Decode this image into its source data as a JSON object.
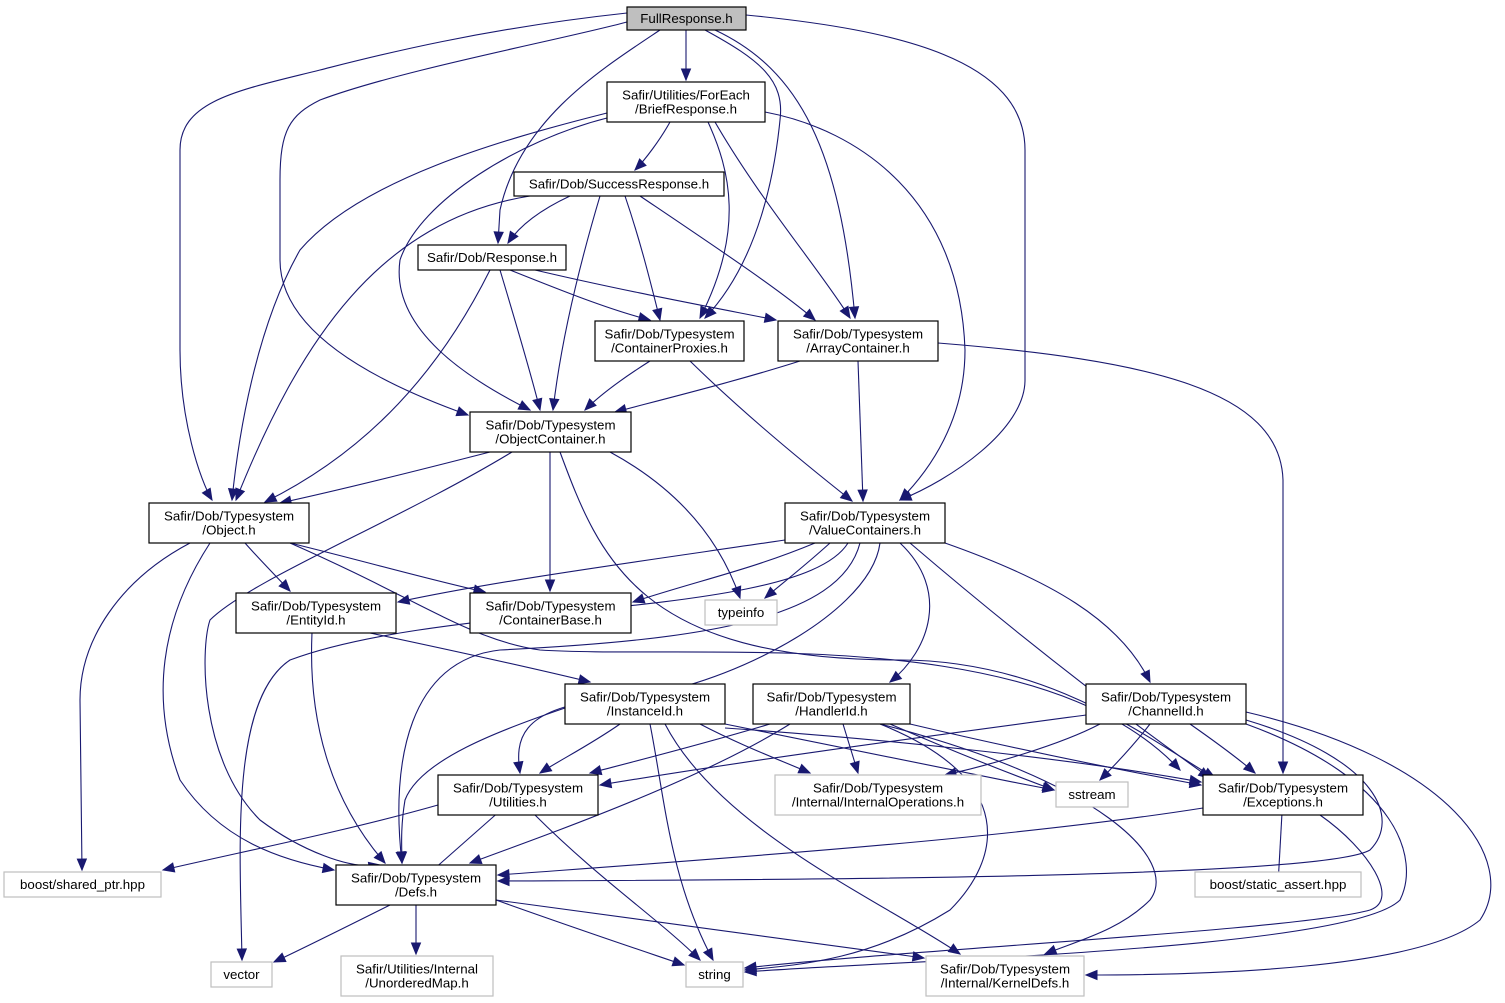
{
  "title": "FullResponse.h include dependency graph",
  "colors": {
    "edge": "#191970",
    "root_fill": "#bfbfbf",
    "node_border": "#000000",
    "external_border": "#bfbfbf"
  },
  "nodes": {
    "full_response": {
      "lines": [
        "FullResponse.h"
      ],
      "kind": "root"
    },
    "brief_response": {
      "lines": [
        "Safir/Utilities/ForEach",
        "/BriefResponse.h"
      ],
      "kind": "local"
    },
    "success_response": {
      "lines": [
        "Safir/Dob/SuccessResponse.h"
      ],
      "kind": "local"
    },
    "response": {
      "lines": [
        "Safir/Dob/Response.h"
      ],
      "kind": "local"
    },
    "container_proxies": {
      "lines": [
        "Safir/Dob/Typesystem",
        "/ContainerProxies.h"
      ],
      "kind": "local"
    },
    "array_container": {
      "lines": [
        "Safir/Dob/Typesystem",
        "/ArrayContainer.h"
      ],
      "kind": "local"
    },
    "object_container": {
      "lines": [
        "Safir/Dob/Typesystem",
        "/ObjectContainer.h"
      ],
      "kind": "local"
    },
    "object": {
      "lines": [
        "Safir/Dob/Typesystem",
        "/Object.h"
      ],
      "kind": "local"
    },
    "value_containers": {
      "lines": [
        "Safir/Dob/Typesystem",
        "/ValueContainers.h"
      ],
      "kind": "local"
    },
    "entity_id": {
      "lines": [
        "Safir/Dob/Typesystem",
        "/EntityId.h"
      ],
      "kind": "local"
    },
    "container_base": {
      "lines": [
        "Safir/Dob/Typesystem",
        "/ContainerBase.h"
      ],
      "kind": "local"
    },
    "typeinfo": {
      "lines": [
        "typeinfo"
      ],
      "kind": "external"
    },
    "instance_id": {
      "lines": [
        "Safir/Dob/Typesystem",
        "/InstanceId.h"
      ],
      "kind": "local"
    },
    "handler_id": {
      "lines": [
        "Safir/Dob/Typesystem",
        "/HandlerId.h"
      ],
      "kind": "local"
    },
    "channel_id": {
      "lines": [
        "Safir/Dob/Typesystem",
        "/ChannelId.h"
      ],
      "kind": "local"
    },
    "utilities": {
      "lines": [
        "Safir/Dob/Typesystem",
        "/Utilities.h"
      ],
      "kind": "local"
    },
    "internal_operations": {
      "lines": [
        "Safir/Dob/Typesystem",
        "/Internal/InternalOperations.h"
      ],
      "kind": "external"
    },
    "sstream": {
      "lines": [
        "sstream"
      ],
      "kind": "external"
    },
    "exceptions": {
      "lines": [
        "Safir/Dob/Typesystem",
        "/Exceptions.h"
      ],
      "kind": "local"
    },
    "shared_ptr": {
      "lines": [
        "boost/shared_ptr.hpp"
      ],
      "kind": "external"
    },
    "defs": {
      "lines": [
        "Safir/Dob/Typesystem",
        "/Defs.h"
      ],
      "kind": "local"
    },
    "static_assert": {
      "lines": [
        "boost/static_assert.hpp"
      ],
      "kind": "external"
    },
    "vector": {
      "lines": [
        "vector"
      ],
      "kind": "external"
    },
    "unordered_map": {
      "lines": [
        "Safir/Utilities/Internal",
        "/UnorderedMap.h"
      ],
      "kind": "external"
    },
    "string": {
      "lines": [
        "string"
      ],
      "kind": "external"
    },
    "kernel_defs": {
      "lines": [
        "Safir/Dob/Typesystem",
        "/Internal/KernelDefs.h"
      ],
      "kind": "external"
    }
  },
  "edges": [
    [
      "full_response",
      "brief_response"
    ],
    [
      "full_response",
      "response"
    ],
    [
      "full_response",
      "object_container"
    ],
    [
      "full_response",
      "object"
    ],
    [
      "full_response",
      "container_proxies"
    ],
    [
      "full_response",
      "array_container"
    ],
    [
      "full_response",
      "value_containers"
    ],
    [
      "brief_response",
      "success_response"
    ],
    [
      "brief_response",
      "object"
    ],
    [
      "brief_response",
      "object_container"
    ],
    [
      "brief_response",
      "container_proxies"
    ],
    [
      "brief_response",
      "array_container"
    ],
    [
      "brief_response",
      "value_containers"
    ],
    [
      "success_response",
      "response"
    ],
    [
      "success_response",
      "object"
    ],
    [
      "success_response",
      "object_container"
    ],
    [
      "success_response",
      "container_proxies"
    ],
    [
      "success_response",
      "array_container"
    ],
    [
      "response",
      "object"
    ],
    [
      "response",
      "object_container"
    ],
    [
      "response",
      "container_proxies"
    ],
    [
      "response",
      "array_container"
    ],
    [
      "container_proxies",
      "object_container"
    ],
    [
      "container_proxies",
      "value_containers"
    ],
    [
      "array_container",
      "object_container"
    ],
    [
      "array_container",
      "value_containers"
    ],
    [
      "array_container",
      "exceptions"
    ],
    [
      "object_container",
      "object"
    ],
    [
      "object_container",
      "container_base"
    ],
    [
      "object_container",
      "typeinfo"
    ],
    [
      "object_container",
      "defs"
    ],
    [
      "object_container",
      "exceptions"
    ],
    [
      "object",
      "entity_id"
    ],
    [
      "object",
      "container_base"
    ],
    [
      "object",
      "shared_ptr"
    ],
    [
      "object",
      "defs"
    ],
    [
      "object",
      "exceptions"
    ],
    [
      "value_containers",
      "entity_id"
    ],
    [
      "value_containers",
      "container_base"
    ],
    [
      "value_containers",
      "typeinfo"
    ],
    [
      "value_containers",
      "handler_id"
    ],
    [
      "value_containers",
      "channel_id"
    ],
    [
      "value_containers",
      "utilities"
    ],
    [
      "value_containers",
      "exceptions"
    ],
    [
      "value_containers",
      "defs"
    ],
    [
      "value_containers",
      "vector"
    ],
    [
      "entity_id",
      "instance_id"
    ],
    [
      "entity_id",
      "defs"
    ],
    [
      "instance_id",
      "utilities"
    ],
    [
      "instance_id",
      "defs"
    ],
    [
      "instance_id",
      "internal_operations"
    ],
    [
      "instance_id",
      "sstream"
    ],
    [
      "instance_id",
      "exceptions"
    ],
    [
      "instance_id",
      "string"
    ],
    [
      "instance_id",
      "kernel_defs"
    ],
    [
      "handler_id",
      "utilities"
    ],
    [
      "handler_id",
      "defs"
    ],
    [
      "handler_id",
      "internal_operations"
    ],
    [
      "handler_id",
      "sstream"
    ],
    [
      "handler_id",
      "exceptions"
    ],
    [
      "handler_id",
      "string"
    ],
    [
      "handler_id",
      "kernel_defs"
    ],
    [
      "channel_id",
      "utilities"
    ],
    [
      "channel_id",
      "internal_operations"
    ],
    [
      "channel_id",
      "sstream"
    ],
    [
      "channel_id",
      "exceptions"
    ],
    [
      "channel_id",
      "defs"
    ],
    [
      "channel_id",
      "string"
    ],
    [
      "channel_id",
      "kernel_defs"
    ],
    [
      "utilities",
      "shared_ptr"
    ],
    [
      "utilities",
      "defs"
    ],
    [
      "utilities",
      "string"
    ],
    [
      "exceptions",
      "defs"
    ],
    [
      "exceptions",
      "static_assert"
    ],
    [
      "exceptions",
      "string"
    ],
    [
      "defs",
      "vector"
    ],
    [
      "defs",
      "unordered_map"
    ],
    [
      "defs",
      "string"
    ],
    [
      "defs",
      "kernel_defs"
    ]
  ]
}
